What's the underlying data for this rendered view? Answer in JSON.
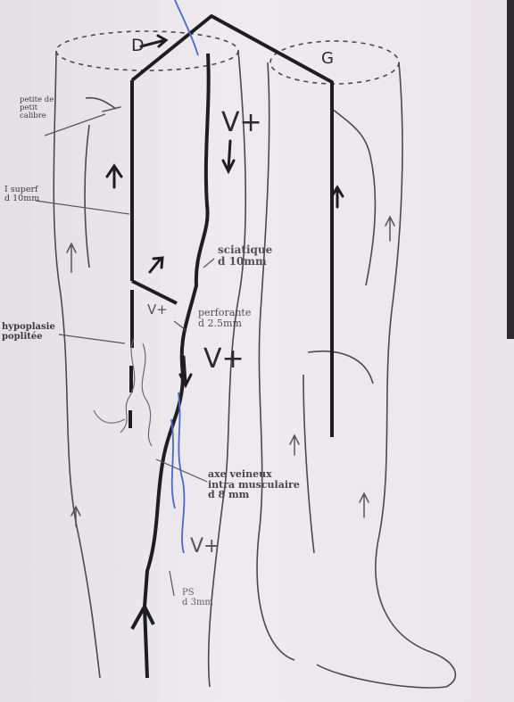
{
  "legs": {
    "right": "D",
    "left": "G"
  },
  "labels": {
    "petite_calibre": "petite de\npetit\ncalibre",
    "superficial": "I superf\nd 10mm",
    "sciatique": "sciatique\nd 10mm",
    "perforante": "perforante\nd 2.5mm",
    "hypoplasie": "hypoplasie\npoplitée",
    "axe_veineux": "axe veineux\nintra musculaire\nd 8 mm",
    "ps": "PS\nd 3mm"
  },
  "annotations": {
    "v_plus": "V+"
  },
  "colors": {
    "ink": "#1e1e20",
    "pencil": "#555559",
    "blue": "#4a68c8",
    "paper": "#ebe7ec"
  }
}
